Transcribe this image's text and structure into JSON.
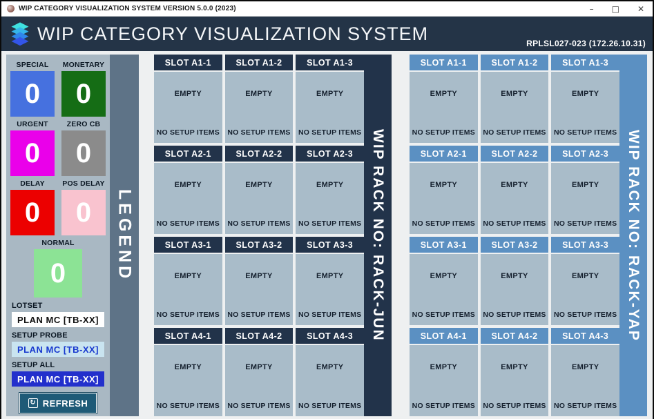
{
  "window": {
    "title": "WIP CATEGORY VISUALIZATION SYSTEM VERSION 5.0.0 (2023)",
    "controls": {
      "minimize": "–",
      "maximize": "□",
      "close": "✕"
    }
  },
  "header": {
    "title": "WIP CATEGORY VISUALIZATION SYSTEM",
    "station": "RPLSL027-023 (172.26.10.31)"
  },
  "legend": {
    "title": "LEGEND",
    "counters": [
      {
        "label": "SPECIAL",
        "value": "0",
        "color": "#4671df",
        "text_color": "#ffffff"
      },
      {
        "label": "MONETARY",
        "value": "0",
        "color": "#156d15",
        "text_color": "#ffffff"
      },
      {
        "label": "URGENT",
        "value": "0",
        "color": "#ea00ea",
        "text_color": "#ffffff"
      },
      {
        "label": "ZERO CB",
        "value": "0",
        "color": "#8b8b8b",
        "text_color": "#ffffff"
      },
      {
        "label": "DELAY",
        "value": "0",
        "color": "#ec0000",
        "text_color": "#ffffff"
      },
      {
        "label": "POS DELAY",
        "value": "0",
        "color": "#f9c3cf",
        "text_color": "#ffffff"
      }
    ],
    "normal": {
      "label": "NORMAL",
      "value": "0",
      "color": "#8ce395",
      "text_color": "#ffffff"
    },
    "lotset": {
      "label": "LOTSET",
      "value": "PLAN MC [TB-XX]",
      "box_color": "#ffffff",
      "text_color": "#111111"
    },
    "setup_probe": {
      "label": "SETUP PROBE",
      "value": "PLAN MC [TB-XX]",
      "box_color": "#c9e4f0",
      "text_color": "#1839cf"
    },
    "setup_all": {
      "label": "SETUP ALL",
      "value": "PLAN MC [TB-XX]",
      "box_color": "#2330cc",
      "text_color": "#ffffff"
    },
    "refresh_label": "REFRESH"
  },
  "racks": [
    {
      "name": "WIP RACK NO: RACK-JUN",
      "accent": "#22334a",
      "slots": [
        {
          "label": "SLOT A1-1",
          "status": "EMPTY",
          "setup": "NO SETUP ITEMS"
        },
        {
          "label": "SLOT A1-2",
          "status": "EMPTY",
          "setup": "NO SETUP ITEMS"
        },
        {
          "label": "SLOT A1-3",
          "status": "EMPTY",
          "setup": "NO SETUP ITEMS"
        },
        {
          "label": "SLOT A2-1",
          "status": "EMPTY",
          "setup": "NO SETUP ITEMS"
        },
        {
          "label": "SLOT A2-2",
          "status": "EMPTY",
          "setup": "NO SETUP ITEMS"
        },
        {
          "label": "SLOT A2-3",
          "status": "EMPTY",
          "setup": "NO SETUP ITEMS"
        },
        {
          "label": "SLOT A3-1",
          "status": "EMPTY",
          "setup": "NO SETUP ITEMS"
        },
        {
          "label": "SLOT A3-2",
          "status": "EMPTY",
          "setup": "NO SETUP ITEMS"
        },
        {
          "label": "SLOT A3-3",
          "status": "EMPTY",
          "setup": "NO SETUP ITEMS"
        },
        {
          "label": "SLOT A4-1",
          "status": "EMPTY",
          "setup": "NO SETUP ITEMS"
        },
        {
          "label": "SLOT A4-2",
          "status": "EMPTY",
          "setup": "NO SETUP ITEMS"
        },
        {
          "label": "SLOT A4-3",
          "status": "EMPTY",
          "setup": "NO SETUP ITEMS"
        }
      ]
    },
    {
      "name": "WIP RACK NO: RACK-YAP",
      "accent": "#5b90c2",
      "slots": [
        {
          "label": "SLOT A1-1",
          "status": "EMPTY",
          "setup": "NO SETUP ITEMS"
        },
        {
          "label": "SLOT A1-2",
          "status": "EMPTY",
          "setup": "NO SETUP ITEMS"
        },
        {
          "label": "SLOT A1-3",
          "status": "EMPTY",
          "setup": "NO SETUP ITEMS"
        },
        {
          "label": "SLOT A2-1",
          "status": "EMPTY",
          "setup": "NO SETUP ITEMS"
        },
        {
          "label": "SLOT A2-2",
          "status": "EMPTY",
          "setup": "NO SETUP ITEMS"
        },
        {
          "label": "SLOT A2-3",
          "status": "EMPTY",
          "setup": "NO SETUP ITEMS"
        },
        {
          "label": "SLOT A3-1",
          "status": "EMPTY",
          "setup": "NO SETUP ITEMS"
        },
        {
          "label": "SLOT A3-2",
          "status": "EMPTY",
          "setup": "NO SETUP ITEMS"
        },
        {
          "label": "SLOT A3-3",
          "status": "EMPTY",
          "setup": "NO SETUP ITEMS"
        },
        {
          "label": "SLOT A4-1",
          "status": "EMPTY",
          "setup": "NO SETUP ITEMS"
        },
        {
          "label": "SLOT A4-2",
          "status": "EMPTY",
          "setup": "NO SETUP ITEMS"
        },
        {
          "label": "SLOT A4-3",
          "status": "EMPTY",
          "setup": "NO SETUP ITEMS"
        }
      ]
    }
  ]
}
